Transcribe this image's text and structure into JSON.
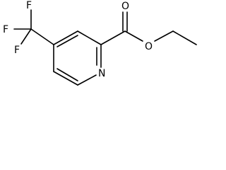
{
  "molecule": {
    "atoms": {
      "f_top": "F",
      "f_left": "F",
      "f_bottom": "F",
      "n_ring": "N",
      "o_carbonyl": "O",
      "o_ester": "O"
    }
  }
}
